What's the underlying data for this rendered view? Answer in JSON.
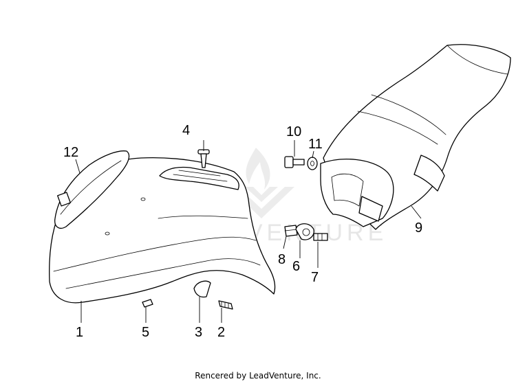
{
  "watermark": {
    "text": "LEADVENTURE"
  },
  "callouts": [
    {
      "id": "1",
      "label": "1"
    },
    {
      "id": "2",
      "label": "2"
    },
    {
      "id": "3",
      "label": "3"
    },
    {
      "id": "4",
      "label": "4"
    },
    {
      "id": "5",
      "label": "5"
    },
    {
      "id": "6",
      "label": "6"
    },
    {
      "id": "7",
      "label": "7"
    },
    {
      "id": "8",
      "label": "8"
    },
    {
      "id": "9",
      "label": "9"
    },
    {
      "id": "10",
      "label": "10"
    },
    {
      "id": "11",
      "label": "11"
    },
    {
      "id": "12",
      "label": "12"
    }
  ],
  "footer": {
    "text": "Rencered by LeadVenture, Inc."
  }
}
